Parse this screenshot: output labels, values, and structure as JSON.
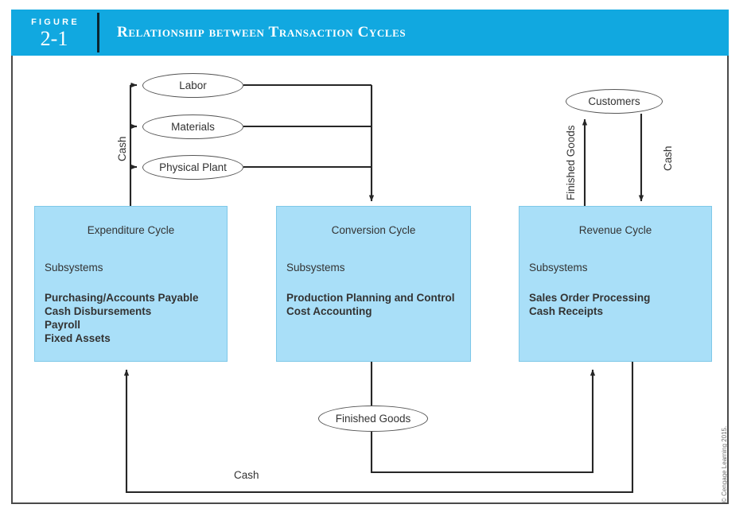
{
  "figure": {
    "label_word": "FIGURE",
    "number": "2-1",
    "title": "Relationship between Transaction Cycles"
  },
  "boxes": [
    {
      "id": "expenditure",
      "title": "Expenditure Cycle",
      "subhead": "Subsystems",
      "items": [
        "Purchasing/Accounts Payable",
        "Cash Disbursements",
        "Payroll",
        "Fixed Assets"
      ]
    },
    {
      "id": "conversion",
      "title": "Conversion Cycle",
      "subhead": "Subsystems",
      "items": [
        "Production Planning and Control",
        "Cost Accounting"
      ]
    },
    {
      "id": "revenue",
      "title": "Revenue Cycle",
      "subhead": "Subsystems",
      "items": [
        "Sales Order Processing",
        "Cash Receipts"
      ]
    }
  ],
  "entities": {
    "labor": "Labor",
    "materials": "Materials",
    "physical_plant": "Physical Plant",
    "customers": "Customers",
    "finished_goods": "Finished Goods"
  },
  "flow_labels": {
    "cash_left": "Cash",
    "finished_goods_up": "Finished Goods",
    "cash_right": "Cash",
    "cash_bottom": "Cash"
  },
  "credit": "© Cengage Learning 2015.",
  "colors": {
    "header_blue": "#11a8e0",
    "box_fill": "#a9dff8",
    "box_border": "#7fc8e8",
    "frame_border": "#4a4a4a",
    "line": "#262626",
    "text": "#333333"
  }
}
